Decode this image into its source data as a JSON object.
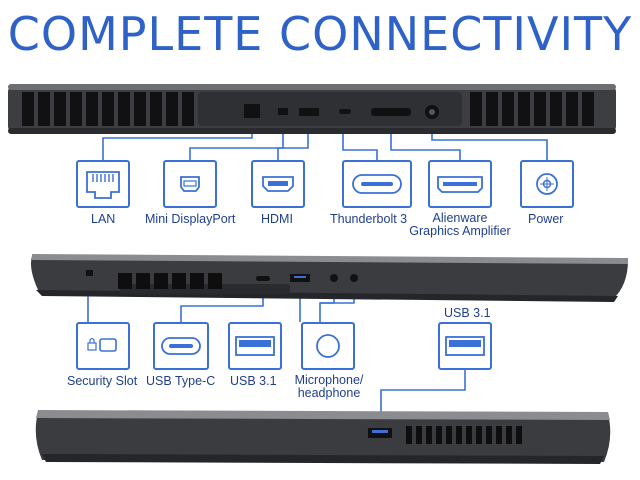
{
  "title": "COMPLETE CONNECTIVITY",
  "back_ports": [
    {
      "label": "LAN",
      "icon": "lan-port-icon"
    },
    {
      "label": "Mini DisplayPort",
      "icon": "mini-displayport-icon"
    },
    {
      "label": "HDMI",
      "icon": "hdmi-port-icon"
    },
    {
      "label": "Thunderbolt 3",
      "icon": "thunderbolt-port-icon"
    },
    {
      "label_line1": "Alienware",
      "label_line2": "Graphics Amplifier",
      "icon": "graphics-amplifier-port-icon"
    },
    {
      "label": "Power",
      "icon": "power-port-icon"
    }
  ],
  "left_ports": [
    {
      "label": "Security Slot",
      "icon": "security-slot-icon"
    },
    {
      "label": "USB Type-C",
      "icon": "usb-type-c-icon"
    },
    {
      "label": "USB 3.1",
      "icon": "usb-3-1-icon"
    },
    {
      "label_line1": "Microphone/",
      "label_line2": "headphone",
      "icon": "audio-jack-icon"
    }
  ],
  "right_ports": [
    {
      "label": "USB 3.1",
      "icon": "usb-3-1-icon"
    }
  ],
  "colors": {
    "accent": "#2e62c8",
    "line": "#3a70d8",
    "chassis": "#3c3e42"
  }
}
